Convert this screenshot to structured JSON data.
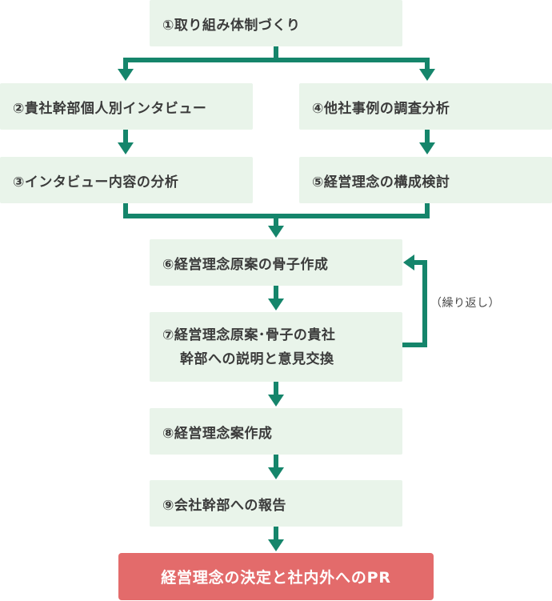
{
  "colors": {
    "box_fill": "#e9f4ea",
    "connector": "#15856b",
    "final_fill": "#e36b6b",
    "text": "#3b3b3b"
  },
  "steps": {
    "s1": "①取り組み体制づくり",
    "s2": "②貴社幹部個人別インタビュー",
    "s3": "③インタビュー内容の分析",
    "s4": "④他社事例の調査分析",
    "s5": "⑤経営理念の構成検討",
    "s6": "⑥経営理念原案の骨子作成",
    "s7_line1": "⑦経営理念原案･骨子の貴社",
    "s7_line2": "幹部への説明と意見交換",
    "s8": "⑧経営理念案作成",
    "s9": "⑨会社幹部への報告"
  },
  "final": "経営理念の決定と社内外へのPR",
  "loop_note": "（繰り返し）"
}
